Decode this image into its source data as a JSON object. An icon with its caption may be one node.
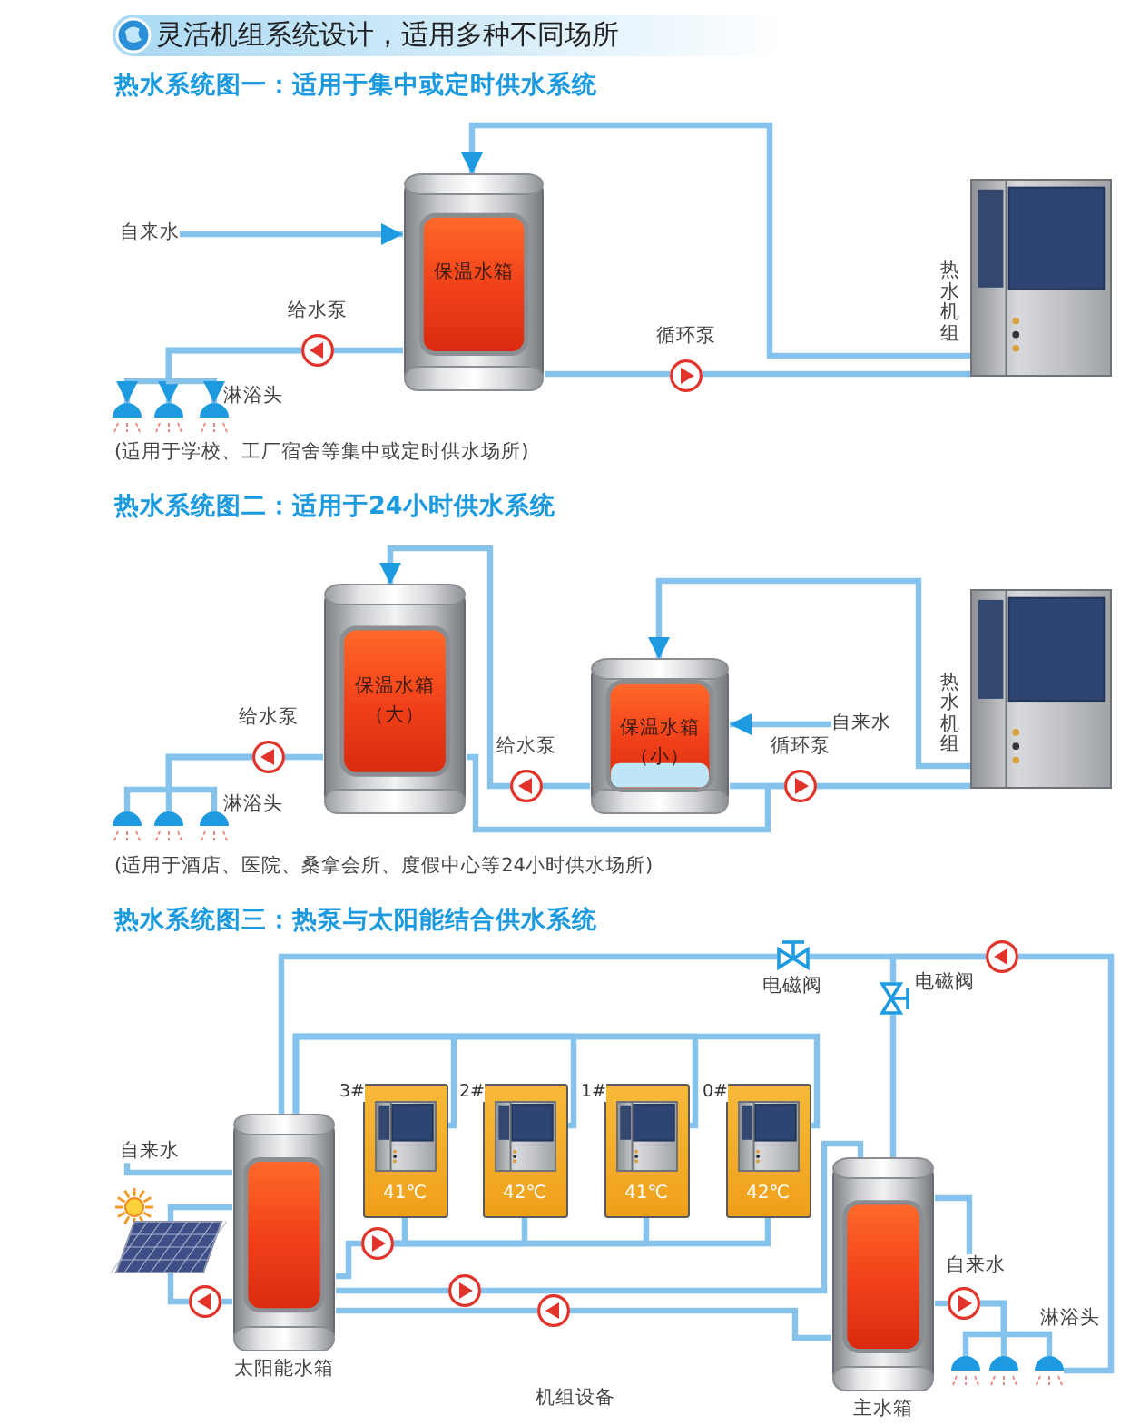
{
  "diagram": {
    "title": "灵活机组系统设计，适用多种不同场所",
    "nodes": [
      {
        "text": [
          "自来水"
        ]
      },
      {
        "text": [
          "保温水箱"
        ]
      },
      {
        "text": [],
        "shape": "circle",
        "beside": [
          "给水泵"
        ]
      },
      {
        "text": [],
        "shape": "showerhead"
      },
      {
        "text": [],
        "shape": "showerhead"
      },
      {
        "text": [],
        "shape": "showerhead"
      },
      {
        "text": [],
        "shape": "circle",
        "beside": [
          "循环泵"
        ]
      },
      {
        "text": [],
        "shape": "picture",
        "beside": [
          "热水机组"
        ]
      },
      {
        "text": [
          "保温水箱",
          "（大）"
        ]
      },
      {
        "text": [],
        "shape": "circle",
        "beside": [
          "给水泵"
        ]
      },
      {
        "text": [],
        "shape": "showerhead"
      },
      {
        "text": [],
        "shape": "showerhead"
      },
      {
        "text": [],
        "shape": "showerhead"
      },
      {
        "text": [],
        "shape": "circle",
        "beside": [
          "给水泵"
        ]
      },
      {
        "text": [
          "保温水箱",
          "（小）"
        ]
      },
      {
        "text": [],
        "shape": "circle",
        "beside": [
          "循环泵"
        ]
      },
      {
        "text": [
          "自来水"
        ]
      },
      {
        "text": [],
        "shape": "picture",
        "beside": [
          "热水机组"
        ]
      },
      {
        "text": [],
        "shape": "valve",
        "beside": [
          "电磁阀"
        ]
      },
      {
        "text": [],
        "shape": "circle"
      },
      {
        "text": [],
        "shape": "valve",
        "beside": [
          "电磁阀"
        ]
      },
      {
        "text": [
          "3#",
          "41℃"
        ]
      },
      {
        "text": [
          "2#",
          "42℃"
        ]
      },
      {
        "text": [
          "1#",
          "41℃"
        ]
      },
      {
        "text": [
          "0#",
          "42℃"
        ]
      },
      {
        "text": [
          "自来水"
        ]
      },
      {
        "text": [],
        "shape": "picture"
      },
      {
        "text": [],
        "shape": "circle"
      },
      {
        "text": [],
        "shape": "circle"
      },
      {
        "text": [],
        "shape": "circle"
      },
      {
        "text": [],
        "shape": "circle"
      },
      {
        "text": [
          "太阳能水箱"
        ]
      },
      {
        "text": [
          "主水箱"
        ]
      },
      {
        "text": [
          "自来水"
        ]
      },
      {
        "text": [],
        "shape": "circle"
      },
      {
        "text": [],
        "shape": "showerhead"
      },
      {
        "text": [],
        "shape": "showerhead"
      },
      {
        "text": [],
        "shape": "showerhead"
      }
    ],
    "edges": [
      {
        "from": 0,
        "to": 1,
        "arrow": "to"
      },
      {
        "from": 1,
        "to": 2,
        "arrow": "none"
      },
      {
        "from": 2,
        "to": 3,
        "arrow": "to"
      },
      {
        "from": 2,
        "to": 4,
        "arrow": "to"
      },
      {
        "from": 2,
        "to": 5,
        "arrow": "to"
      },
      {
        "from": 1,
        "to": 6,
        "arrow": "none"
      },
      {
        "from": 6,
        "to": 7,
        "arrow": "none"
      },
      {
        "from": 7,
        "to": 1,
        "arrow": "to"
      },
      {
        "from": 8,
        "to": 9,
        "arrow": "none"
      },
      {
        "from": 9,
        "to": 10,
        "arrow": "none"
      },
      {
        "from": 9,
        "to": 11,
        "arrow": "none"
      },
      {
        "from": 9,
        "to": 12,
        "arrow": "none"
      },
      {
        "from": 14,
        "to": 13,
        "arrow": "none"
      },
      {
        "from": 13,
        "to": 8,
        "arrow": "to"
      },
      {
        "from": 14,
        "to": 15,
        "arrow": "none"
      },
      {
        "from": 8,
        "to": 15,
        "arrow": "none"
      },
      {
        "from": 15,
        "to": 17,
        "arrow": "none"
      },
      {
        "from": 17,
        "to": 14,
        "arrow": "to"
      },
      {
        "from": 16,
        "to": 14,
        "arrow": "to"
      },
      {
        "from": 25,
        "to": 31,
        "arrow": "none"
      },
      {
        "from": 26,
        "to": 31,
        "arrow": "none"
      },
      {
        "from": 31,
        "to": 27,
        "arrow": "none"
      },
      {
        "from": 27,
        "to": 26,
        "arrow": "none"
      },
      {
        "from": 31,
        "to": 28,
        "arrow": "none"
      },
      {
        "from": 28,
        "to": 21,
        "arrow": "none"
      },
      {
        "from": 28,
        "to": 22,
        "arrow": "none"
      },
      {
        "from": 28,
        "to": 23,
        "arrow": "none"
      },
      {
        "from": 28,
        "to": 24,
        "arrow": "none"
      },
      {
        "from": 21,
        "to": 31,
        "arrow": "none"
      },
      {
        "from": 22,
        "to": 31,
        "arrow": "none"
      },
      {
        "from": 23,
        "to": 31,
        "arrow": "none"
      },
      {
        "from": 24,
        "to": 31,
        "arrow": "none"
      },
      {
        "from": 31,
        "to": 29,
        "arrow": "none"
      },
      {
        "from": 29,
        "to": 32,
        "arrow": "none"
      },
      {
        "from": 32,
        "to": 30,
        "arrow": "none"
      },
      {
        "from": 30,
        "to": 31,
        "arrow": "none"
      },
      {
        "from": 37,
        "to": 19,
        "arrow": "none"
      },
      {
        "from": 19,
        "to": 18,
        "arrow": "none"
      },
      {
        "from": 18,
        "to": 31,
        "arrow": "none"
      },
      {
        "from": 19,
        "to": 20,
        "arrow": "none"
      },
      {
        "from": 20,
        "to": 32,
        "arrow": "none"
      },
      {
        "from": 32,
        "to": 33,
        "arrow": "none"
      },
      {
        "from": 32,
        "to": 34,
        "arrow": "none"
      },
      {
        "from": 34,
        "to": 35,
        "arrow": "none"
      },
      {
        "from": 34,
        "to": 36,
        "arrow": "none"
      },
      {
        "from": 34,
        "to": 37,
        "arrow": "none"
      }
    ],
    "labels": [
      "热水系统图一：适用于集中或定时供水系统",
      "淋浴头",
      "(适用于学校、工厂宿舍等集中或定时供水场所)",
      "热水系统图二：适用于24小时供水系统",
      "淋浴头",
      "(适用于酒店、医院、桑拿会所、度假中心等24小时供水场所)",
      "热水系统图三：热泵与太阳能结合供水系统",
      "机组设备",
      "淋浴头"
    ]
  }
}
